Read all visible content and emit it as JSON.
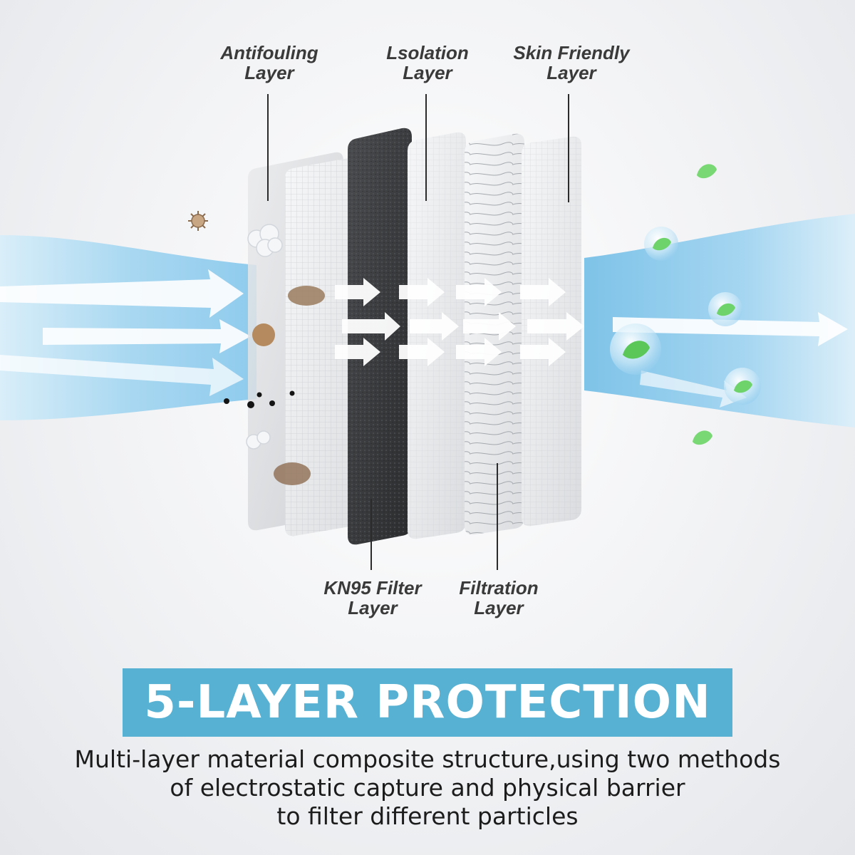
{
  "labels": {
    "antifouling": [
      "Antifouling",
      "Layer"
    ],
    "isolation": [
      "Lsolation",
      "Layer"
    ],
    "skin_friendly": [
      "Skin Friendly",
      "Layer"
    ],
    "kn95": [
      "KN95 Filter",
      "Layer"
    ],
    "filtration": [
      "Filtration",
      "Layer"
    ]
  },
  "banner": {
    "title": "5-LAYER PROTECTION"
  },
  "description": {
    "lines": [
      "Multi-layer material composite structure,using two methods",
      "of electrostatic capture and physical barrier",
      "to filter different particles"
    ]
  },
  "colors": {
    "banner": "#56b1d3",
    "airflow": "#7ec3e8",
    "carbon_layer": "#3b3d3f",
    "leaf": "#6fd36b"
  }
}
